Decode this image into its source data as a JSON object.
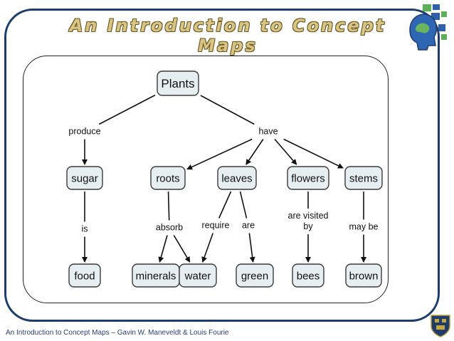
{
  "title": "An Introduction to Concept Maps",
  "footer": "An Introduction to Concept Maps – Gavin W. Maneveldt & Louis Fourie",
  "logos": {
    "top_right": "brain-head-logo-icon",
    "bottom_right": "university-crest-icon"
  },
  "colors": {
    "frame": "#1e3c6e",
    "title_fill": "#d8c484",
    "title_outline": "#6b5a20",
    "node_fill": "#e6eef2",
    "node_stroke": "#3a3a3a",
    "footer_text": "#2a3f73"
  },
  "concept_map": {
    "nodes": [
      {
        "id": "plants",
        "label": "Plants"
      },
      {
        "id": "sugar",
        "label": "sugar"
      },
      {
        "id": "roots",
        "label": "roots"
      },
      {
        "id": "leaves",
        "label": "leaves"
      },
      {
        "id": "flowers",
        "label": "flowers"
      },
      {
        "id": "stems",
        "label": "stems"
      },
      {
        "id": "food",
        "label": "food"
      },
      {
        "id": "minerals",
        "label": "minerals"
      },
      {
        "id": "water",
        "label": "water"
      },
      {
        "id": "green",
        "label": "green"
      },
      {
        "id": "bees",
        "label": "bees"
      },
      {
        "id": "brown",
        "label": "brown"
      }
    ],
    "links": [
      {
        "id": "produce",
        "label": [
          "produce"
        ]
      },
      {
        "id": "have",
        "label": [
          "have"
        ]
      },
      {
        "id": "is",
        "label": [
          "is"
        ]
      },
      {
        "id": "absorb",
        "label": [
          "absorb"
        ]
      },
      {
        "id": "require",
        "label": [
          "require"
        ]
      },
      {
        "id": "are",
        "label": [
          "are"
        ]
      },
      {
        "id": "are_visited_by",
        "label": [
          "are visited",
          "by"
        ]
      },
      {
        "id": "may_be",
        "label": [
          "may be"
        ]
      }
    ],
    "edges": [
      [
        "plants",
        "produce"
      ],
      [
        "produce",
        "sugar"
      ],
      [
        "plants",
        "have"
      ],
      [
        "have",
        "roots"
      ],
      [
        "have",
        "leaves"
      ],
      [
        "have",
        "flowers"
      ],
      [
        "have",
        "stems"
      ],
      [
        "sugar",
        "is"
      ],
      [
        "is",
        "food"
      ],
      [
        "roots",
        "absorb"
      ],
      [
        "absorb",
        "minerals"
      ],
      [
        "absorb",
        "water"
      ],
      [
        "leaves",
        "require"
      ],
      [
        "require",
        "water"
      ],
      [
        "leaves",
        "are"
      ],
      [
        "are",
        "green"
      ],
      [
        "flowers",
        "are_visited_by"
      ],
      [
        "are_visited_by",
        "bees"
      ],
      [
        "stems",
        "may_be"
      ],
      [
        "may_be",
        "brown"
      ]
    ]
  }
}
